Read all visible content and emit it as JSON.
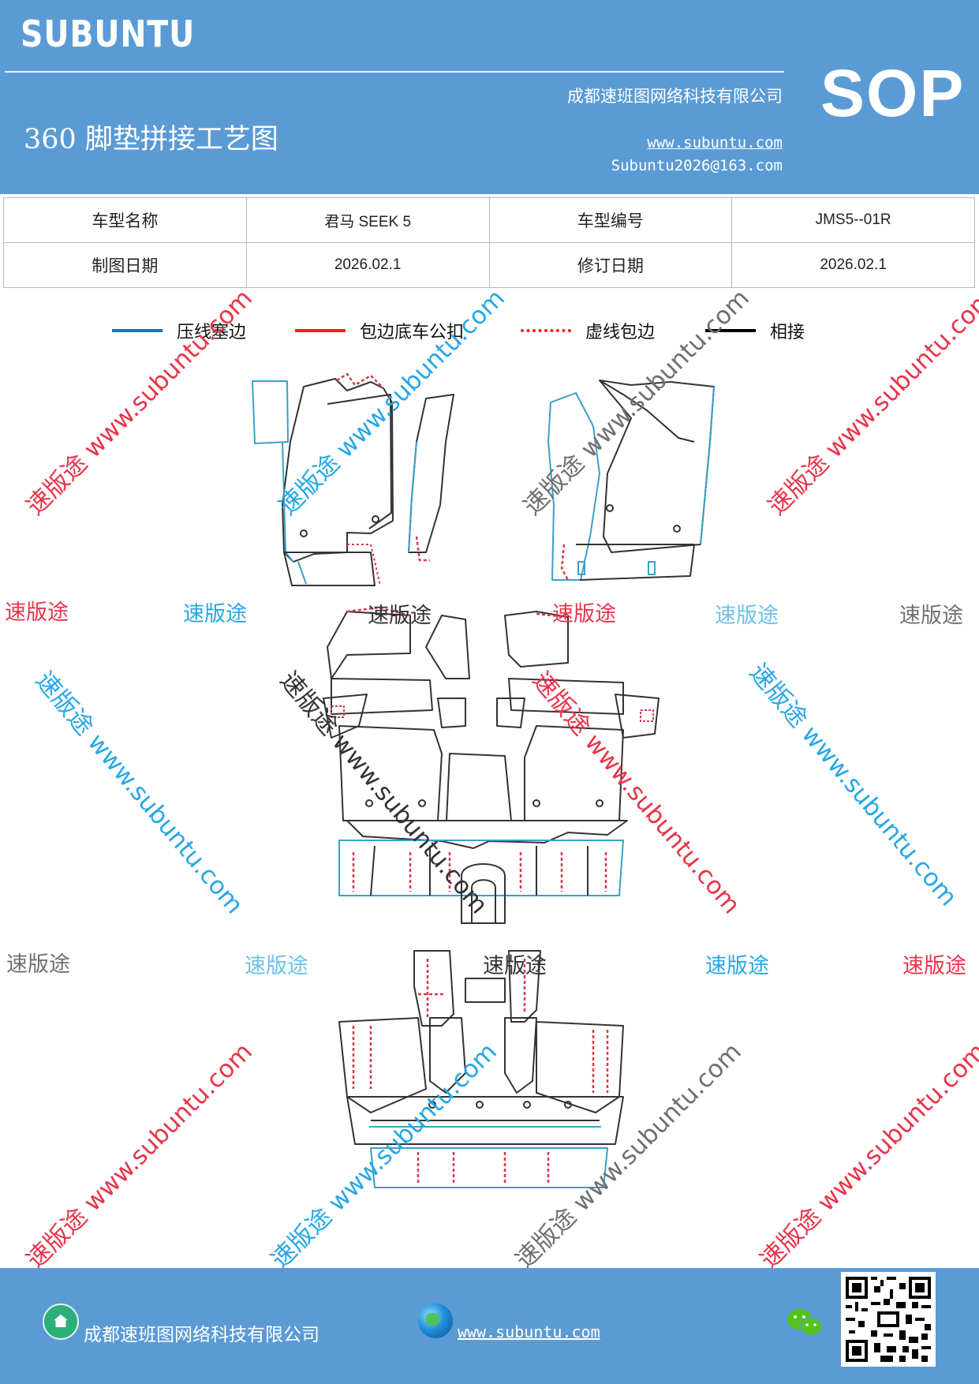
{
  "header": {
    "brand": "SUBUNTU",
    "company": "成都速班图网络科技有限公司",
    "title": "360 脚垫拼接工艺图",
    "website": "www.subuntu.com",
    "email": "Subuntu2026@163.com",
    "badge": "SOP",
    "background_color": "#5b9bd5"
  },
  "info_table": {
    "rows": [
      {
        "label1": "车型名称",
        "value1": "君马 SEEK 5",
        "label2": "车型编号",
        "value2": "JMS5--01R"
      },
      {
        "label1": "制图日期",
        "value1": "2026.02.1",
        "label2": "修订日期",
        "value2": "2026.02.1"
      }
    ]
  },
  "legend": [
    {
      "label": "压线塞边",
      "color": "#1f6fc0",
      "style": "solid"
    },
    {
      "label": "包边底车公扣",
      "color": "#ff1a1a",
      "style": "solid"
    },
    {
      "label": "虚线包边",
      "color": "#ff1a1a",
      "style": "dotted"
    },
    {
      "label": "相接",
      "color": "#000000",
      "style": "solid"
    }
  ],
  "watermarks": {
    "brand_text": "速版途",
    "site_text": "速版途 www.subuntu.com"
  },
  "footer": {
    "company": "成都速班图网络科技有限公司",
    "website": "www.subuntu.com",
    "icons": [
      "home-icon",
      "globe-icon",
      "wechat-icon",
      "qr-code"
    ]
  }
}
